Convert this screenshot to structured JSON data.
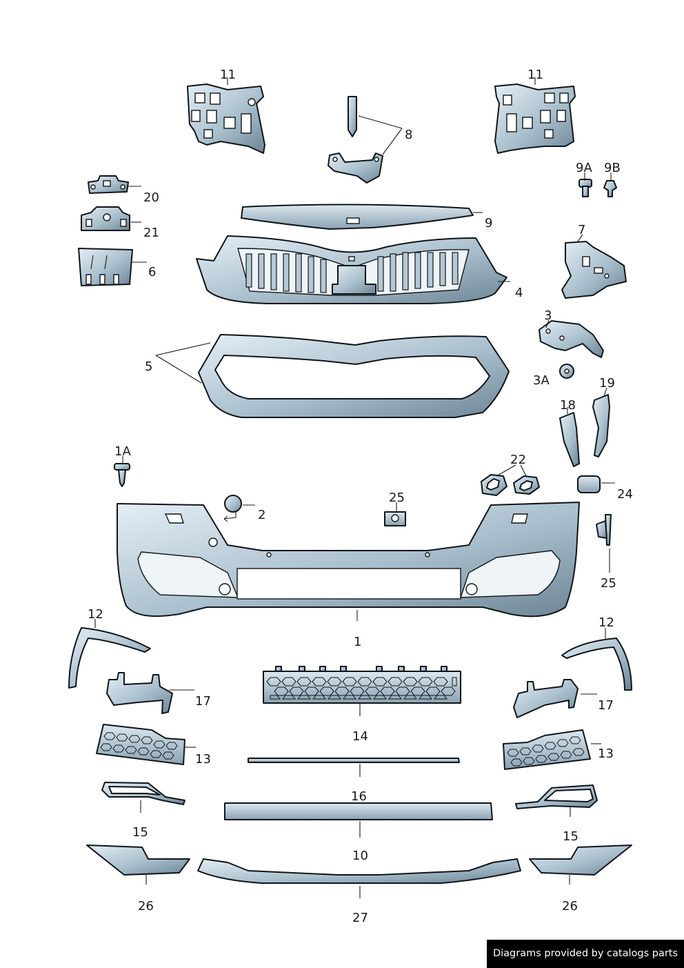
{
  "labels": {
    "l11a": "11",
    "l11b": "11",
    "l8": "8",
    "l9a": "9A",
    "l9b": "9B",
    "l20": "20",
    "l21": "21",
    "l9": "9",
    "l6": "6",
    "l7": "7",
    "l4": "4",
    "l3": "3",
    "l5": "5",
    "l3a": "3A",
    "l19": "19",
    "l18": "18",
    "l1a": "1A",
    "l22": "22",
    "l25a": "25",
    "l2": "2",
    "l24": "24",
    "l25b": "25",
    "l1": "1",
    "l12a": "12",
    "l12b": "12",
    "l17a": "17",
    "l17b": "17",
    "l14": "14",
    "l13a": "13",
    "l13b": "13",
    "l16": "16",
    "l15a": "15",
    "l15b": "15",
    "l10": "10",
    "l26a": "26",
    "l26b": "26",
    "l27": "27"
  },
  "footer": {
    "text": "Diagrams provided by catalogs parts"
  },
  "colors": {
    "part_light": "#dfeaf2",
    "part_mid": "#9fb6c6",
    "part_dark": "#5f7787",
    "outline": "#0f1418"
  }
}
